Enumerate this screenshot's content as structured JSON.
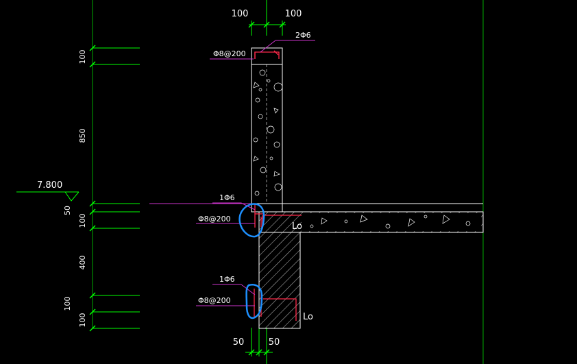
{
  "colors": {
    "background": "#000000",
    "dimension": "#00ff00",
    "concrete": "#ffffff",
    "leader": "#cc33cc",
    "rebar": "#ff2a4a",
    "highlight": "#1e90ff",
    "frame": "#00aa00"
  },
  "top_dims": {
    "left": "100",
    "right": "100"
  },
  "bottom_dims": {
    "left": "50",
    "right": "50"
  },
  "vertical_dims": [
    "100",
    "850",
    "50",
    "100",
    "400",
    "100",
    "100"
  ],
  "elevation": "7.800",
  "annotations": {
    "top_bar": "2Φ6",
    "top_stirrup": "Φ8@200",
    "mid_bar": "1Φ6",
    "mid_stirrup": "Φ8@200",
    "low_bar": "1Φ6",
    "low_stirrup": "Φ8@200",
    "anchor_slab": "Lo",
    "anchor_beam": "Lo"
  }
}
